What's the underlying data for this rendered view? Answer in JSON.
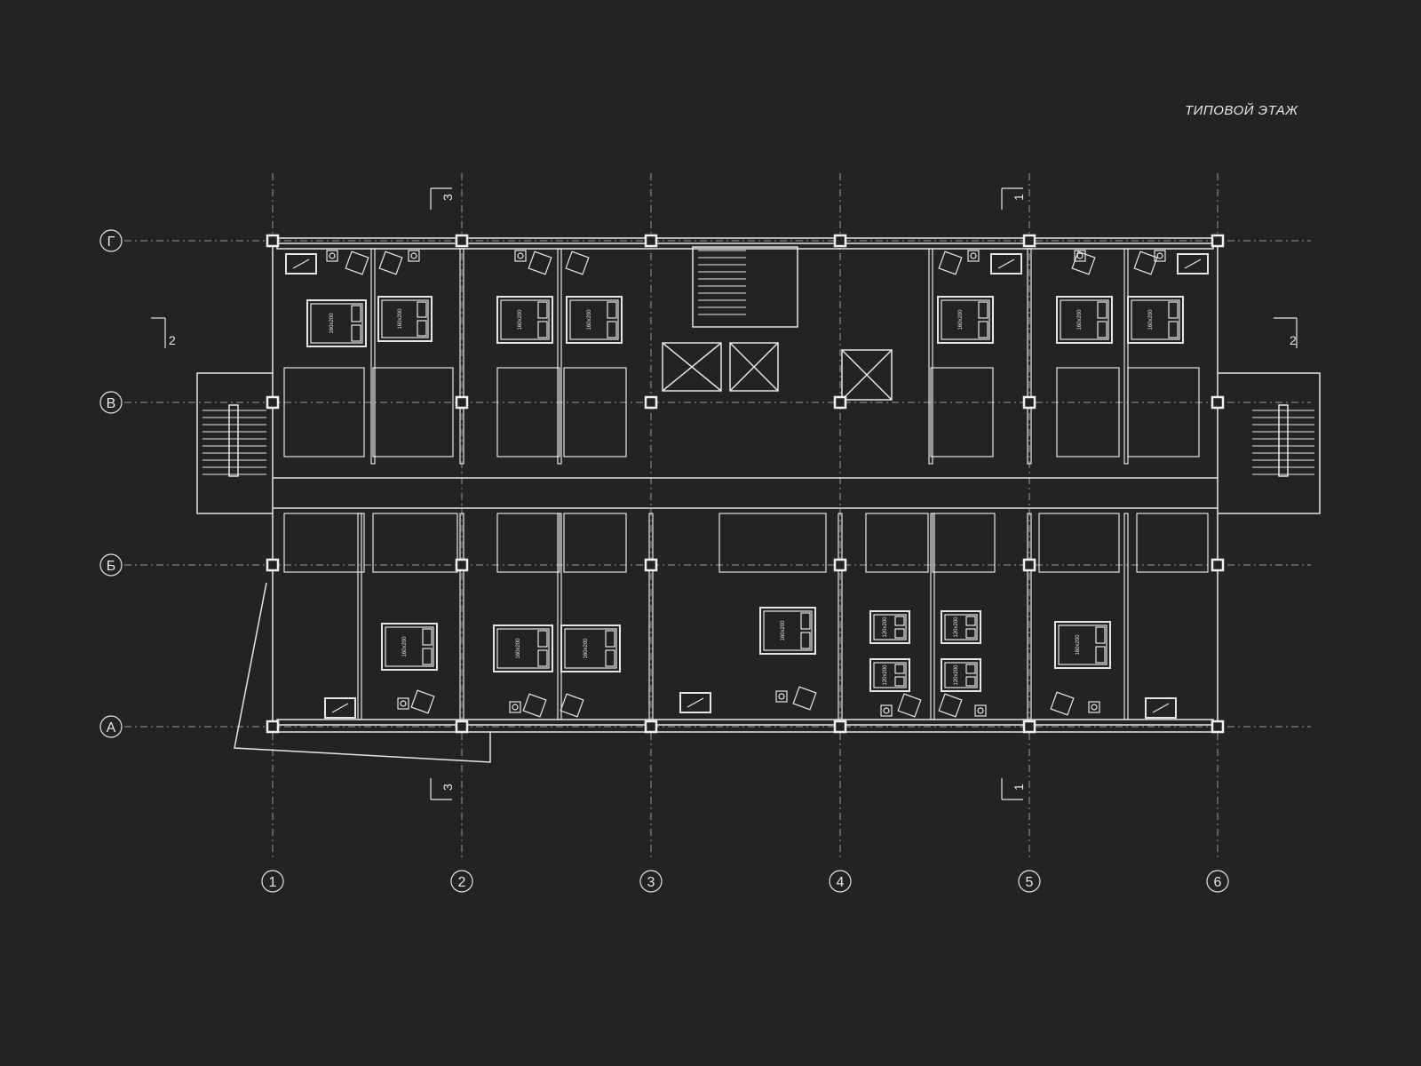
{
  "title": "ТИПОВОЙ ЭТАЖ",
  "colors": {
    "background": "#232323",
    "lines": "#e6e6e6",
    "axis": "#9a9a9a"
  },
  "axes": {
    "columns": [
      "1",
      "2",
      "3",
      "4",
      "5",
      "6"
    ],
    "rows": [
      "Г",
      "В",
      "Б",
      "А"
    ]
  },
  "section_marks": {
    "s3": "3",
    "s1": "1",
    "s2": "2"
  },
  "bed_labels": {
    "double": "160x200",
    "single": "120x200"
  }
}
